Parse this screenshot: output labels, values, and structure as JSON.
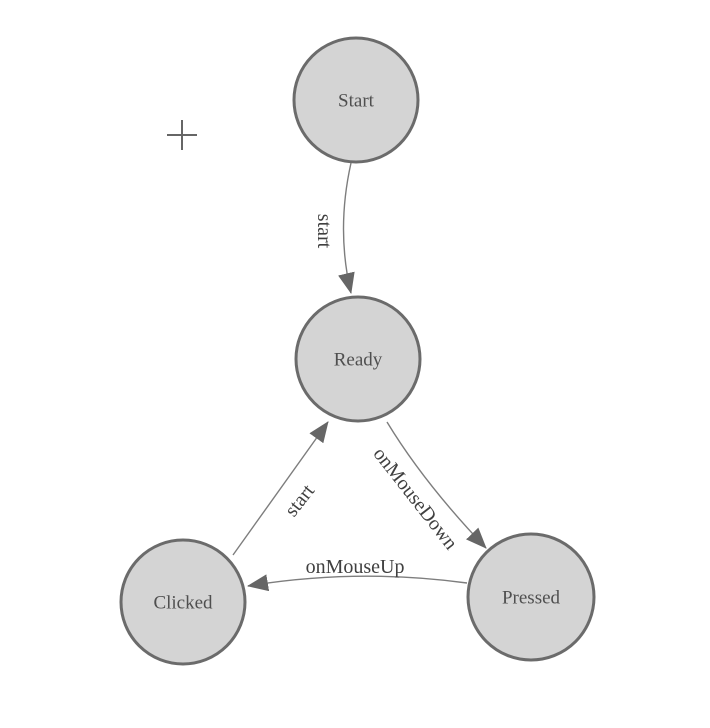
{
  "diagram": {
    "kind": "finite-state-machine",
    "background": "#ffffff",
    "colors": {
      "node_fill": "#d4d4d4",
      "node_stroke": "#6b6b6b",
      "node_text": "#4f4f4f",
      "edge_stroke": "#7d7d7d",
      "edge_text": "#404040",
      "arrowhead_fill": "#666666",
      "crosshair": "#666666"
    },
    "nodes": [
      {
        "id": "start",
        "label": "Start"
      },
      {
        "id": "ready",
        "label": "Ready"
      },
      {
        "id": "clicked",
        "label": "Clicked"
      },
      {
        "id": "pressed",
        "label": "Pressed"
      }
    ],
    "edges": [
      {
        "from": "start",
        "to": "ready",
        "label": "start"
      },
      {
        "from": "clicked",
        "to": "ready",
        "label": "start"
      },
      {
        "from": "ready",
        "to": "pressed",
        "label": "onMouseDown"
      },
      {
        "from": "pressed",
        "to": "clicked",
        "label": "onMouseUp"
      }
    ]
  }
}
